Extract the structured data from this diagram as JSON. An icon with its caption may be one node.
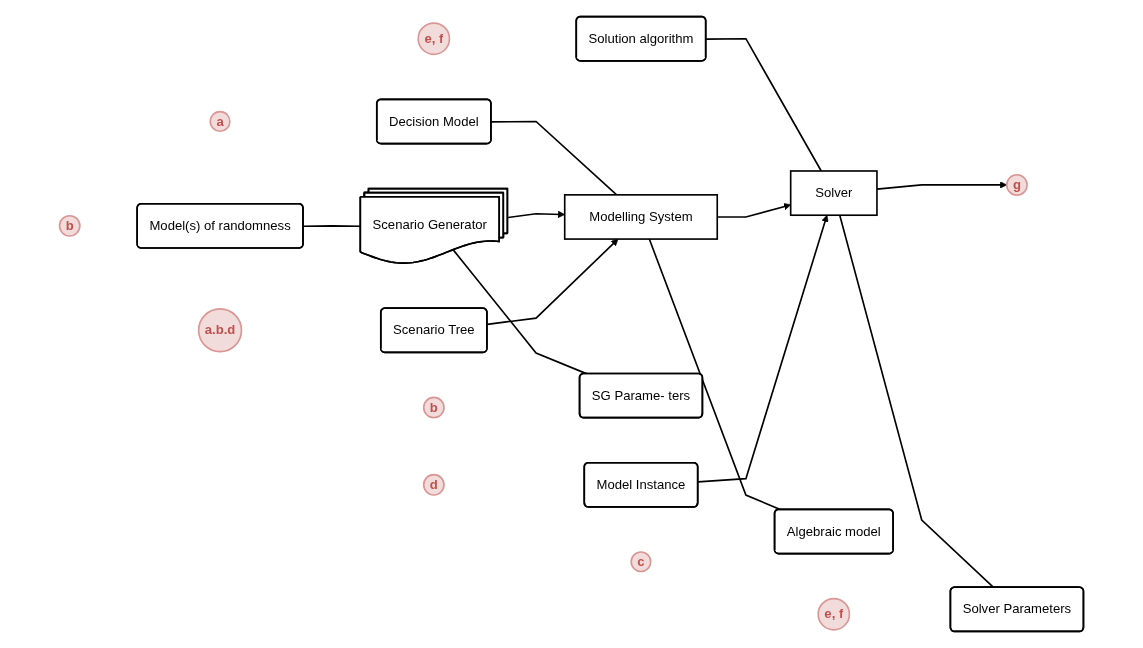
{
  "diagram": {
    "nodes": [
      {
        "text": [
          "Model(s) of randomness"
        ]
      },
      {
        "text": [
          "b"
        ]
      },
      {
        "text": [
          "Decision Model"
        ]
      },
      {
        "text": [
          "a"
        ]
      },
      {
        "text": [
          "Solution algorithm"
        ]
      },
      {
        "text": [
          "e, f"
        ]
      },
      {
        "text": [
          "Scenario Generator"
        ]
      },
      {
        "text": [
          "Modelling System"
        ]
      },
      {
        "text": [
          "Solver"
        ]
      },
      {
        "text": [
          "g"
        ]
      },
      {
        "text": [
          "SG Parame- ters"
        ]
      },
      {
        "text": [
          "b"
        ]
      },
      {
        "text": [
          "Algebraic model"
        ]
      },
      {
        "text": [
          "c"
        ]
      },
      {
        "text": [
          "Solver Parameters"
        ]
      },
      {
        "text": [
          "e, f"
        ]
      },
      {
        "text": [
          "a.b.d"
        ]
      },
      {
        "text": [
          "Scenario Tree"
        ]
      },
      {
        "text": [
          "d"
        ]
      },
      {
        "text": [
          "Model Instance"
        ]
      }
    ],
    "edges": [
      {
        "from": 0,
        "to": 6,
        "arrow": "none"
      },
      {
        "from": 2,
        "to": 7,
        "arrow": "none"
      },
      {
        "from": 4,
        "to": 8,
        "arrow": "none"
      },
      {
        "from": 6,
        "to": 7,
        "arrow": "to"
      },
      {
        "from": 17,
        "to": 7,
        "arrow": "to"
      },
      {
        "from": 7,
        "to": 8,
        "arrow": "to"
      },
      {
        "from": 19,
        "to": 8,
        "arrow": "to"
      },
      {
        "from": 8,
        "to": 9,
        "arrow": "to"
      },
      {
        "from": 6,
        "to": 10,
        "arrow": "none"
      },
      {
        "from": 7,
        "to": 12,
        "arrow": "none"
      },
      {
        "from": 8,
        "to": 14,
        "arrow": "none"
      }
    ]
  }
}
